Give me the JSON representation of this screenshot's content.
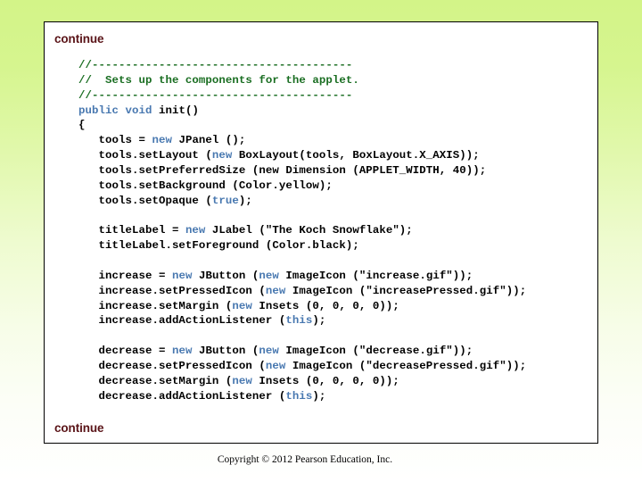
{
  "slide": {
    "continue_top": "continue",
    "continue_bottom": "continue",
    "footer": "Copyright © 2012 Pearson Education, Inc.",
    "colors": {
      "background_top": "#d3f488",
      "background_bottom": "#ffffff",
      "box_background": "#ffffff",
      "box_border": "#000000",
      "continue_text": "#5a1418",
      "comment": "#1a6e22",
      "keyword": "#4878b0",
      "code": "#000000"
    }
  },
  "code": {
    "language": "java",
    "lines": [
      {
        "id": "line-1",
        "tokens": [
          {
            "t": "//---------------------------------------",
            "c": "comment"
          }
        ]
      },
      {
        "id": "line-2",
        "tokens": [
          {
            "t": "//  Sets up the components for the applet.",
            "c": "comment"
          }
        ]
      },
      {
        "id": "line-3",
        "tokens": [
          {
            "t": "//---------------------------------------",
            "c": "comment"
          }
        ]
      },
      {
        "id": "line-4",
        "tokens": [
          {
            "t": "public",
            "c": "keyword"
          },
          {
            "t": " ",
            "c": "code"
          },
          {
            "t": "void",
            "c": "keyword"
          },
          {
            "t": " init()",
            "c": "code"
          }
        ]
      },
      {
        "id": "line-5",
        "tokens": [
          {
            "t": "{",
            "c": "code"
          }
        ]
      },
      {
        "id": "line-6",
        "tokens": [
          {
            "t": "   tools = ",
            "c": "code"
          },
          {
            "t": "new",
            "c": "keyword"
          },
          {
            "t": " JPanel ();",
            "c": "code"
          }
        ]
      },
      {
        "id": "line-7",
        "tokens": [
          {
            "t": "   tools.setLayout (",
            "c": "code"
          },
          {
            "t": "new",
            "c": "keyword"
          },
          {
            "t": " BoxLayout(tools, BoxLayout.X_AXIS));",
            "c": "code"
          }
        ]
      },
      {
        "id": "line-8",
        "tokens": [
          {
            "t": "   tools.setPreferredSize (new Dimension (APPLET_WIDTH, 40));",
            "c": "code"
          }
        ]
      },
      {
        "id": "line-9",
        "tokens": [
          {
            "t": "   tools.setBackground (Color.yellow);",
            "c": "code"
          }
        ]
      },
      {
        "id": "line-10",
        "tokens": [
          {
            "t": "   tools.setOpaque (",
            "c": "code"
          },
          {
            "t": "true",
            "c": "keyword"
          },
          {
            "t": ");",
            "c": "code"
          }
        ]
      },
      {
        "id": "line-11",
        "tokens": [
          {
            "t": " ",
            "c": "code"
          }
        ]
      },
      {
        "id": "line-12",
        "tokens": [
          {
            "t": "   titleLabel = ",
            "c": "code"
          },
          {
            "t": "new",
            "c": "keyword"
          },
          {
            "t": " JLabel (\"The Koch Snowflake\");",
            "c": "code"
          }
        ]
      },
      {
        "id": "line-13",
        "tokens": [
          {
            "t": "   titleLabel.setForeground (Color.black);",
            "c": "code"
          }
        ]
      },
      {
        "id": "line-14",
        "tokens": [
          {
            "t": " ",
            "c": "code"
          }
        ]
      },
      {
        "id": "line-15",
        "tokens": [
          {
            "t": "   increase = ",
            "c": "code"
          },
          {
            "t": "new",
            "c": "keyword"
          },
          {
            "t": " JButton (",
            "c": "code"
          },
          {
            "t": "new",
            "c": "keyword"
          },
          {
            "t": " ImageIcon (\"increase.gif\"));",
            "c": "code"
          }
        ]
      },
      {
        "id": "line-16",
        "tokens": [
          {
            "t": "   increase.setPressedIcon (",
            "c": "code"
          },
          {
            "t": "new",
            "c": "keyword"
          },
          {
            "t": " ImageIcon (\"increasePressed.gif\"));",
            "c": "code"
          }
        ]
      },
      {
        "id": "line-17",
        "tokens": [
          {
            "t": "   increase.setMargin (",
            "c": "code"
          },
          {
            "t": "new",
            "c": "keyword"
          },
          {
            "t": " Insets (0, 0, 0, 0));",
            "c": "code"
          }
        ]
      },
      {
        "id": "line-18",
        "tokens": [
          {
            "t": "   increase.addActionListener (",
            "c": "code"
          },
          {
            "t": "this",
            "c": "keyword"
          },
          {
            "t": ");",
            "c": "code"
          }
        ]
      },
      {
        "id": "line-19",
        "tokens": [
          {
            "t": " ",
            "c": "code"
          }
        ]
      },
      {
        "id": "line-20",
        "tokens": [
          {
            "t": "   decrease = ",
            "c": "code"
          },
          {
            "t": "new",
            "c": "keyword"
          },
          {
            "t": " JButton (",
            "c": "code"
          },
          {
            "t": "new",
            "c": "keyword"
          },
          {
            "t": " ImageIcon (\"decrease.gif\"));",
            "c": "code"
          }
        ]
      },
      {
        "id": "line-21",
        "tokens": [
          {
            "t": "   decrease.setPressedIcon (",
            "c": "code"
          },
          {
            "t": "new",
            "c": "keyword"
          },
          {
            "t": " ImageIcon (\"decreasePressed.gif\"));",
            "c": "code"
          }
        ]
      },
      {
        "id": "line-22",
        "tokens": [
          {
            "t": "   decrease.setMargin (",
            "c": "code"
          },
          {
            "t": "new",
            "c": "keyword"
          },
          {
            "t": " Insets (0, 0, 0, 0));",
            "c": "code"
          }
        ]
      },
      {
        "id": "line-23",
        "tokens": [
          {
            "t": "   decrease.addActionListener (",
            "c": "code"
          },
          {
            "t": "this",
            "c": "keyword"
          },
          {
            "t": ");",
            "c": "code"
          }
        ]
      }
    ]
  }
}
